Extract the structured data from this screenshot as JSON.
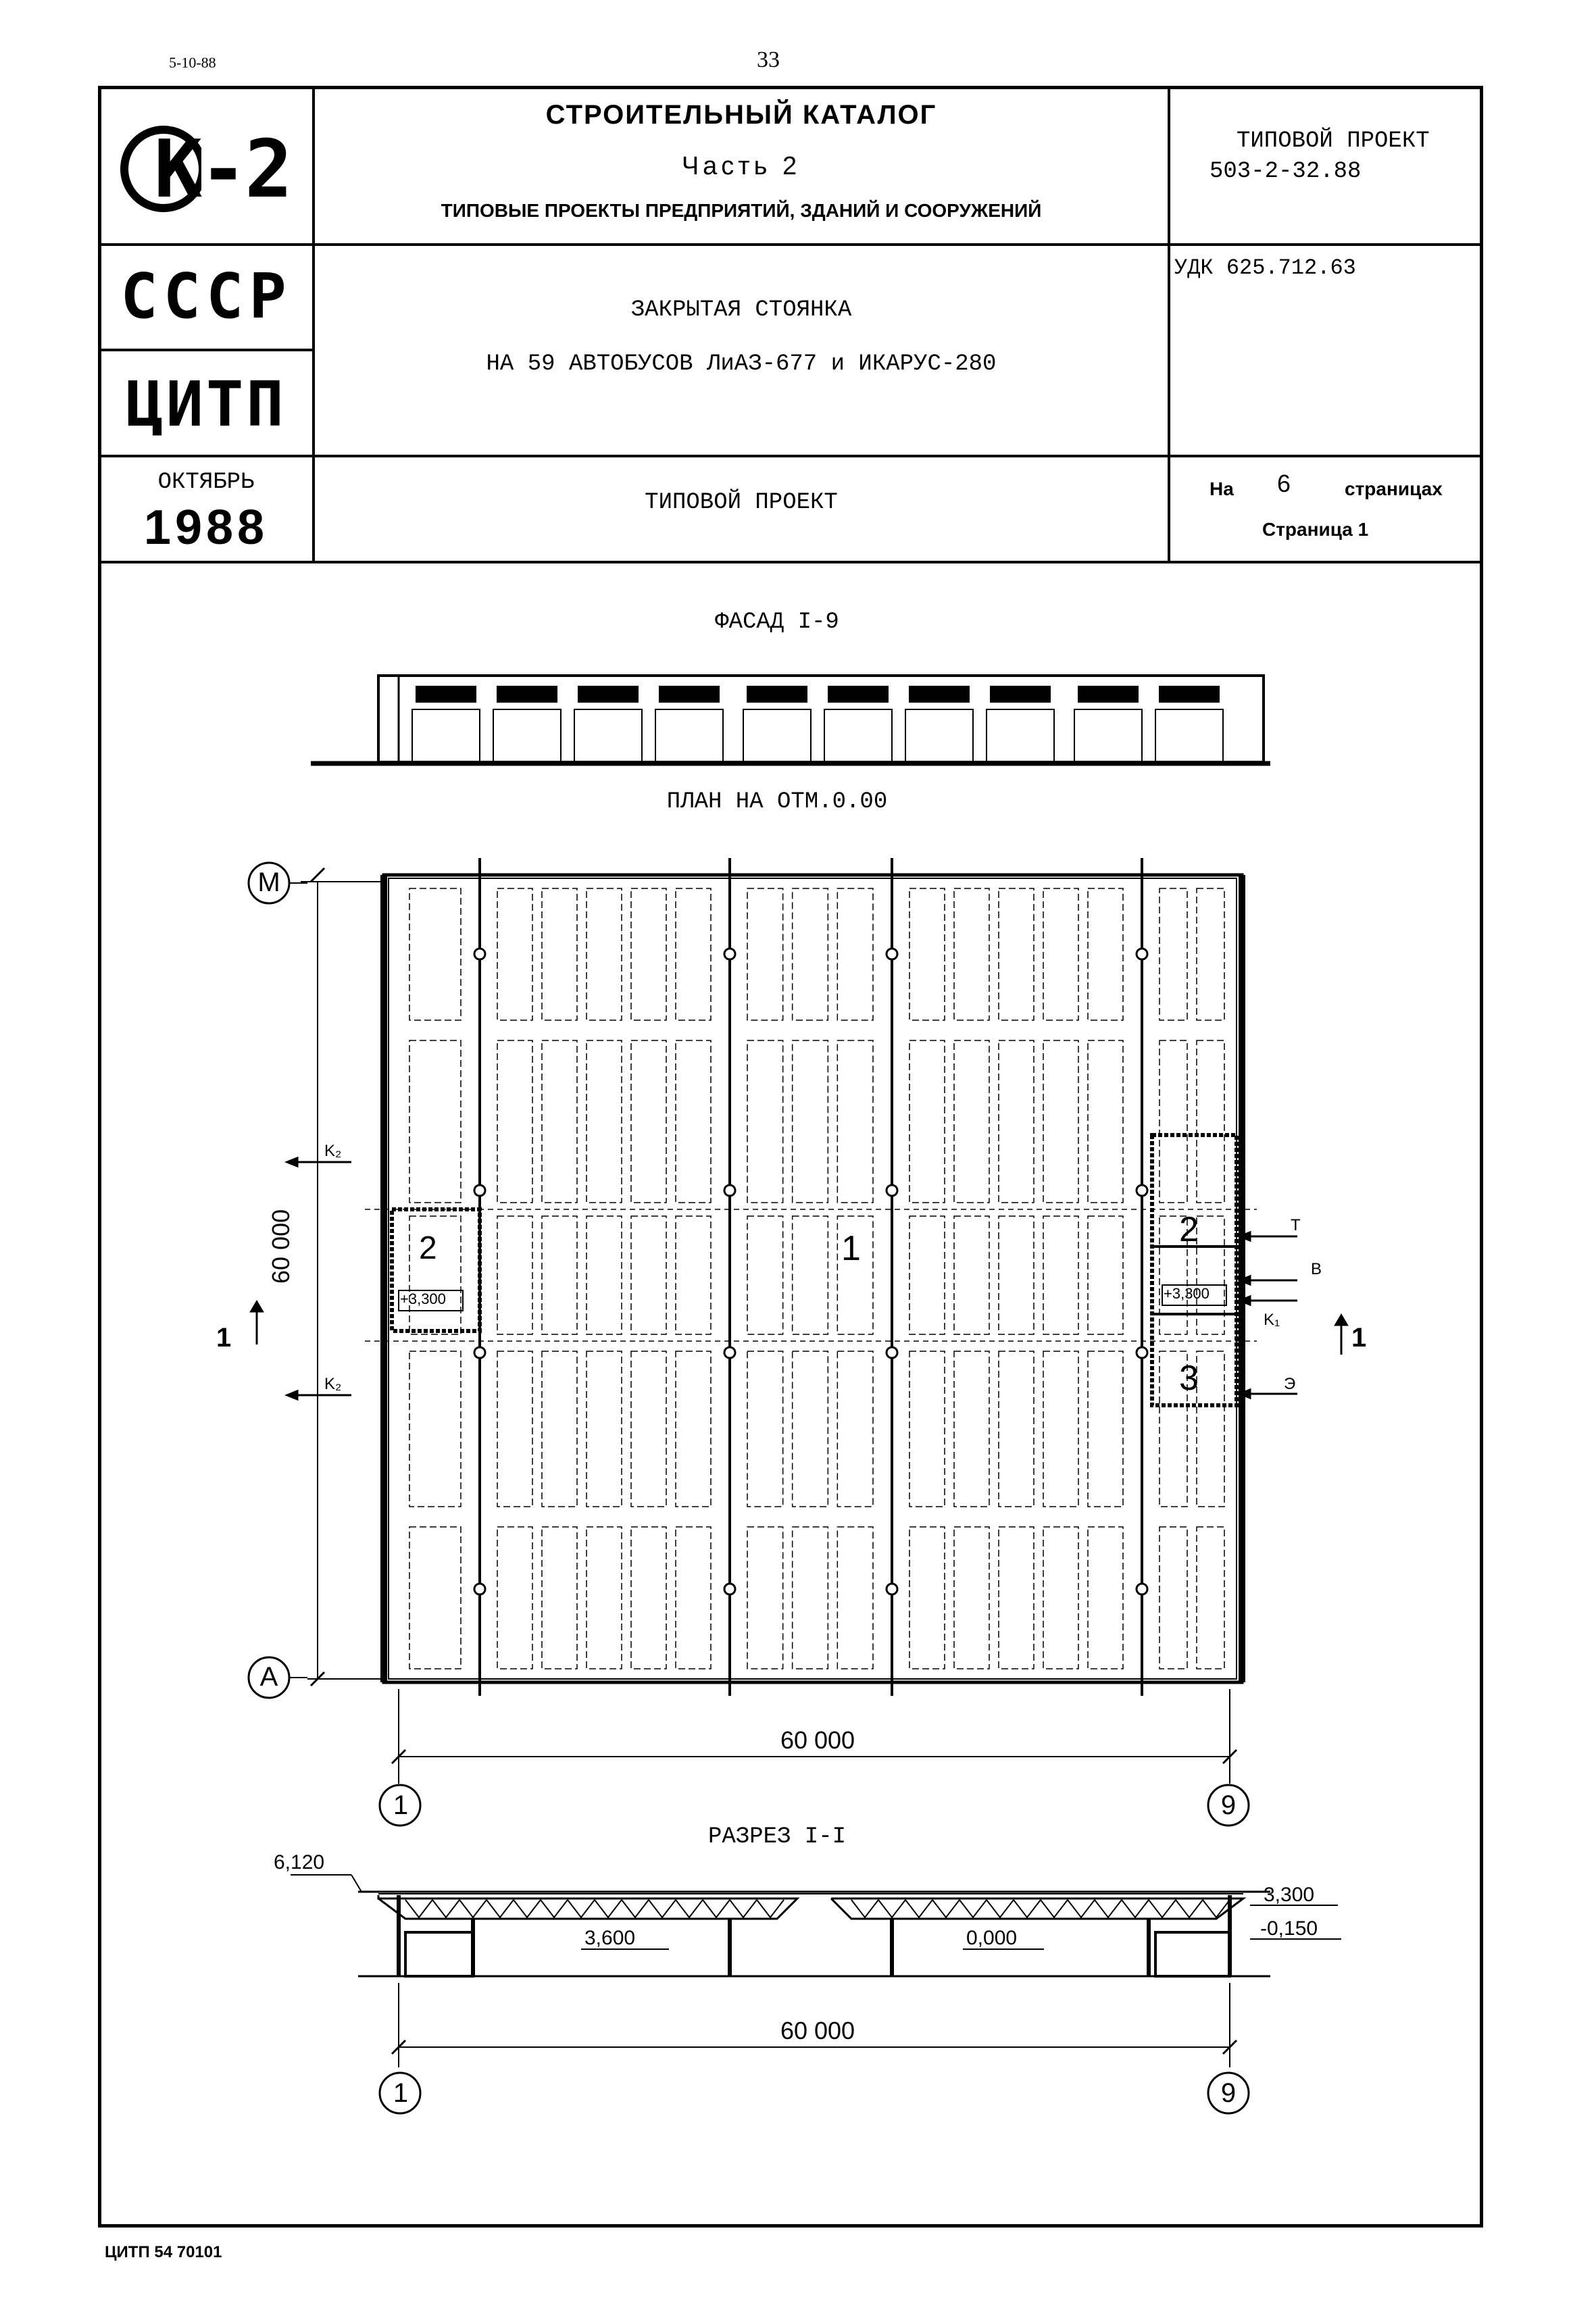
{
  "top_left_note": "5-10-88",
  "page_number": "33",
  "logo": {
    "text": "К-2"
  },
  "catalog": {
    "title": "СТРОИТЕЛЬНЫЙ КАТАЛОГ",
    "part": "Часть 2",
    "subtitle": "ТИПОВЫЕ ПРОЕКТЫ ПРЕДПРИЯТИЙ, ЗДАНИЙ И СООРУЖЕНИЙ"
  },
  "project": {
    "label": "ТИПОВОЙ ПРОЕКТ",
    "number": "503-2-32.88"
  },
  "country": "СССР",
  "org": "ЦИТП",
  "object": {
    "line1": "ЗАКРЫТАЯ СТОЯНКА",
    "line2": "НА 59 АВТОБУСОВ ЛиАЗ-677 и ИКАРУС-280"
  },
  "udk": "УДК 625.712.63",
  "date": {
    "month": "ОКТЯБРЬ",
    "year": "1988"
  },
  "doc_type": "ТИПОВОЙ ПРОЕКТ",
  "pages": {
    "prefix": "На",
    "count": "6",
    "suffix": "страницах",
    "current": "Страница 1"
  },
  "drawing": {
    "facade_title": "ФАСАД I-9",
    "plan_title": "ПЛАН НА ОТМ.0.00",
    "section_title": "РАЗРЕЗ I-I",
    "axis_top": "M",
    "axis_bottom": "A",
    "axis_left": "1",
    "axis_right": "9",
    "dim_vertical": "60 000",
    "dim_horizontal": "60 000",
    "dim_section": "60 000",
    "room_1": "1",
    "room_2_left": "2",
    "room_2_right": "2",
    "room_3": "3",
    "level_left": "+3,300",
    "level_right": "+3,300",
    "cut_mark_left": "1",
    "cut_mark_right": "1",
    "inlet_k2_top": "K₂",
    "inlet_k2_bottom": "K₂",
    "inlet_t": "T",
    "inlet_v": "B",
    "inlet_k1": "K₁",
    "inlet_e": "Э",
    "elev_top": "6,120",
    "elev_3300": "3,300",
    "elev_3600": "3,600",
    "elev_0000": "0,000",
    "elev_0150": "-0,150"
  },
  "footer": "ЦИТП 54 70101"
}
